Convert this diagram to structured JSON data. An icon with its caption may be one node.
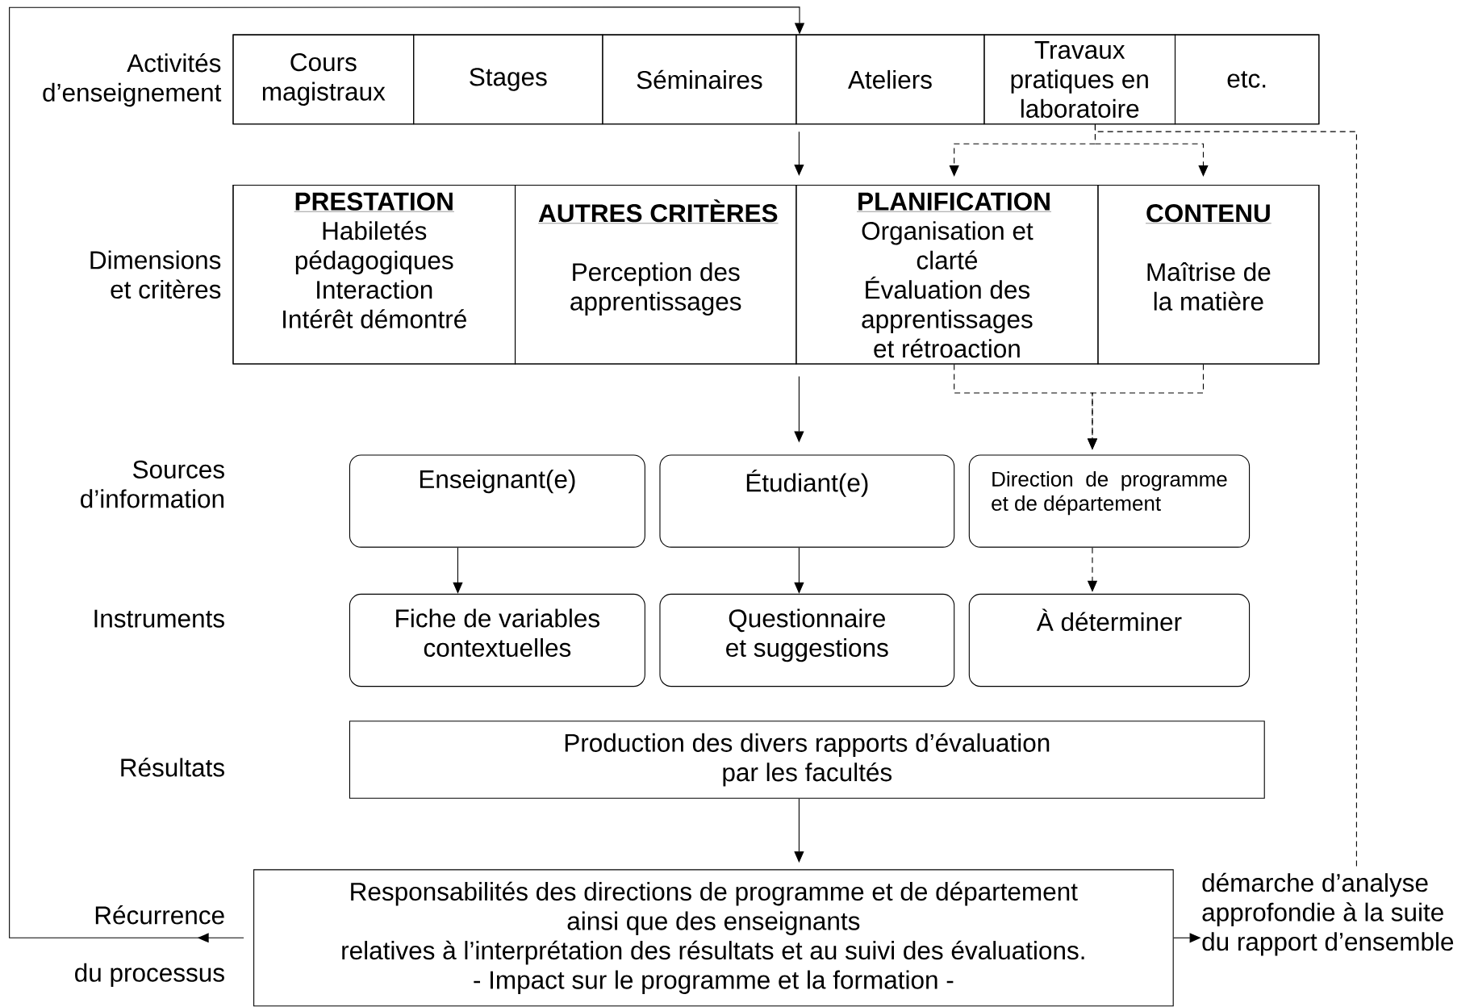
{
  "diagram": {
    "nodes": [
      {
        "text": [],
        "shape": "box",
        "beside": [
          "Activités d’enseignement"
        ]
      },
      {
        "text": [
          "Cours magistraux"
        ],
        "in": 0
      },
      {
        "text": [
          "Stages"
        ],
        "in": 0
      },
      {
        "text": [
          "Séminaires"
        ],
        "in": 0
      },
      {
        "text": [
          "Ateliers"
        ],
        "in": 0
      },
      {
        "text": [
          "Travaux pratiques en laboratoire"
        ],
        "in": 0
      },
      {
        "text": [
          "etc."
        ],
        "in": 0
      },
      {
        "text": [],
        "shape": "box",
        "beside": [
          "Dimensions et critères"
        ]
      },
      {
        "text": [
          "PRESTATION",
          "Habiletés pédagogiques",
          "Interaction",
          "Intérêt démontré"
        ],
        "in": 7
      },
      {
        "text": [
          "AUTRES CRITÈRES",
          "Perception des apprentissages"
        ],
        "in": 7
      },
      {
        "text": [
          "PLANIFICATION",
          "Organisation et clarté",
          "Évaluation des apprentissages et rétroaction"
        ],
        "in": 7
      },
      {
        "text": [
          "CONTENU",
          "Maîtrise de la matière"
        ],
        "in": 7
      },
      {
        "text": [
          "Enseignant(e)"
        ]
      },
      {
        "text": [
          "Étudiant(e)"
        ]
      },
      {
        "text": [
          "Direction de programme et de département"
        ]
      },
      {
        "text": [
          "Fiche de variables contextuelles"
        ]
      },
      {
        "text": [
          "Questionnaire et suggestions"
        ]
      },
      {
        "text": [
          "À déterminer"
        ]
      },
      {
        "text": [
          "Production des divers rapports d’évaluation par les facultés"
        ]
      },
      {
        "text": [
          "Responsabilités des directions de programme et de département",
          "ainsi que des enseignants",
          "relatives à l’interprétation des résultats et au suivi des évaluations.",
          "- Impact sur le programme et la formation -"
        ]
      },
      {
        "text": [
          "démarche d’analyse approfondie à la suite du rapport d’ensemble"
        ]
      }
    ],
    "edges": [
      {
        "from": 19,
        "to": 0,
        "arrow": "to"
      },
      {
        "from": 0,
        "to": 7,
        "arrow": "to"
      },
      {
        "from": 5,
        "to": 10,
        "arrow": "to",
        "style": "dashed"
      },
      {
        "from": 5,
        "to": 11,
        "arrow": "to",
        "style": "dashed"
      },
      {
        "from": 5,
        "to": 20,
        "arrow": "none",
        "style": "dashed"
      },
      {
        "from": 7,
        "to": 13,
        "arrow": "to"
      },
      {
        "from": 10,
        "to": 14,
        "arrow": "to",
        "style": "dashed"
      },
      {
        "from": 11,
        "to": 14,
        "arrow": "to",
        "style": "dashed"
      },
      {
        "from": 12,
        "to": 15,
        "arrow": "to"
      },
      {
        "from": 13,
        "to": 16,
        "arrow": "to"
      },
      {
        "from": 14,
        "to": 17,
        "arrow": "to",
        "style": "dashed"
      },
      {
        "from": 18,
        "to": 19,
        "arrow": "to"
      },
      {
        "from": 19,
        "to": 20,
        "arrow": "to"
      }
    ],
    "labels": [
      "Sources d’information",
      "Instruments",
      "Résultats",
      "Récurrence",
      "du processus"
    ]
  }
}
